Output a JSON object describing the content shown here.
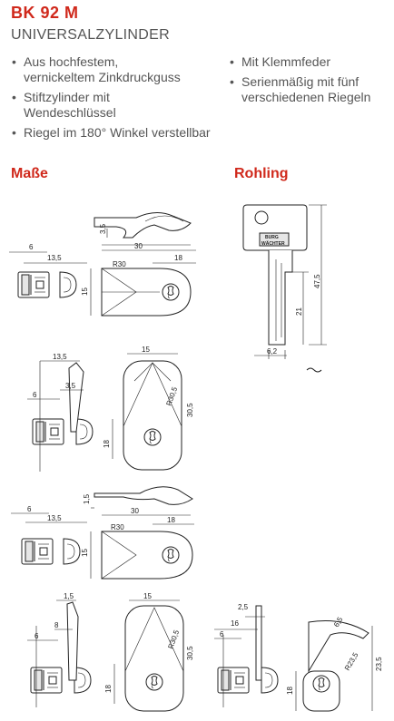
{
  "header": {
    "title": "BK 92 M",
    "subtitle": "UNIVERSALZYLINDER"
  },
  "features_left": [
    {
      "line1": "Aus hochfestem,",
      "line2": "vernickeltem Zinkdruckguss"
    },
    {
      "line1": "Stiftzylinder mit",
      "line2": "Wendeschlüssel"
    },
    {
      "line1": "Riegel im 180° Winkel verstellbar",
      "line2": ""
    }
  ],
  "features_right": [
    {
      "line1": "Mit Klemmfeder",
      "line2": ""
    },
    {
      "line1": "Serienmäßig mit fünf",
      "line2": "verschiedenen Riegeln"
    }
  ],
  "sections": {
    "dimensions": "Maße",
    "blank": "Rohling"
  },
  "key_brand": {
    "line1": "BURG",
    "line2": "WÄCHTER"
  },
  "dims": {
    "d_3_5": "3,5",
    "d_30": "30",
    "d_18": "18",
    "d_6": "6",
    "d_13_5": "13,5",
    "d_r30": "R30",
    "d_15": "15",
    "d_r30_5": "R30,5",
    "d_30_5": "30,5",
    "d_1_5": "1,5",
    "d_8": "8",
    "d_2_5": "2,5",
    "d_16": "16",
    "d_6_5": "6,5",
    "d_r23_5": "R23,5",
    "d_23_5": "23,5",
    "key_47_5": "47,5",
    "key_21": "21",
    "key_6_2": "6,2"
  }
}
